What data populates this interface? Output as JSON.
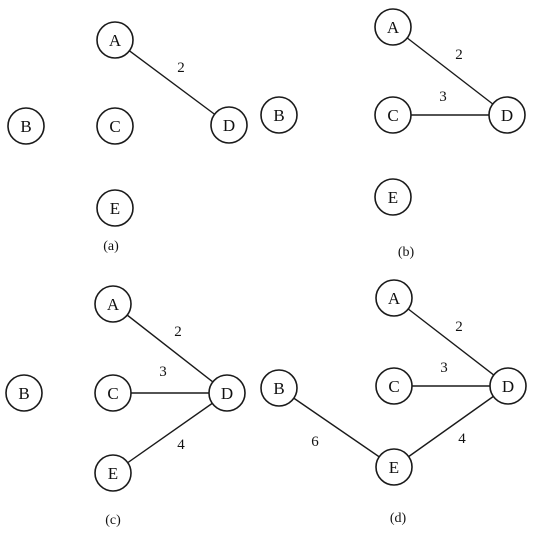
{
  "panels": [
    {
      "caption": "(a)",
      "nodes": [
        "A",
        "B",
        "C",
        "D",
        "E"
      ],
      "edges": [
        {
          "from": "A",
          "to": "D",
          "weight": "2"
        }
      ]
    },
    {
      "caption": "(b)",
      "nodes": [
        "A",
        "B",
        "C",
        "D",
        "E"
      ],
      "edges": [
        {
          "from": "A",
          "to": "D",
          "weight": "2"
        },
        {
          "from": "C",
          "to": "D",
          "weight": "3"
        }
      ]
    },
    {
      "caption": "(c)",
      "nodes": [
        "A",
        "B",
        "C",
        "D",
        "E"
      ],
      "edges": [
        {
          "from": "A",
          "to": "D",
          "weight": "2"
        },
        {
          "from": "C",
          "to": "D",
          "weight": "3"
        },
        {
          "from": "E",
          "to": "D",
          "weight": "4"
        }
      ]
    },
    {
      "caption": "(d)",
      "nodes": [
        "A",
        "B",
        "C",
        "D",
        "E"
      ],
      "edges": [
        {
          "from": "A",
          "to": "D",
          "weight": "2"
        },
        {
          "from": "C",
          "to": "D",
          "weight": "3"
        },
        {
          "from": "E",
          "to": "D",
          "weight": "4"
        },
        {
          "from": "B",
          "to": "E",
          "weight": "6"
        }
      ]
    }
  ]
}
